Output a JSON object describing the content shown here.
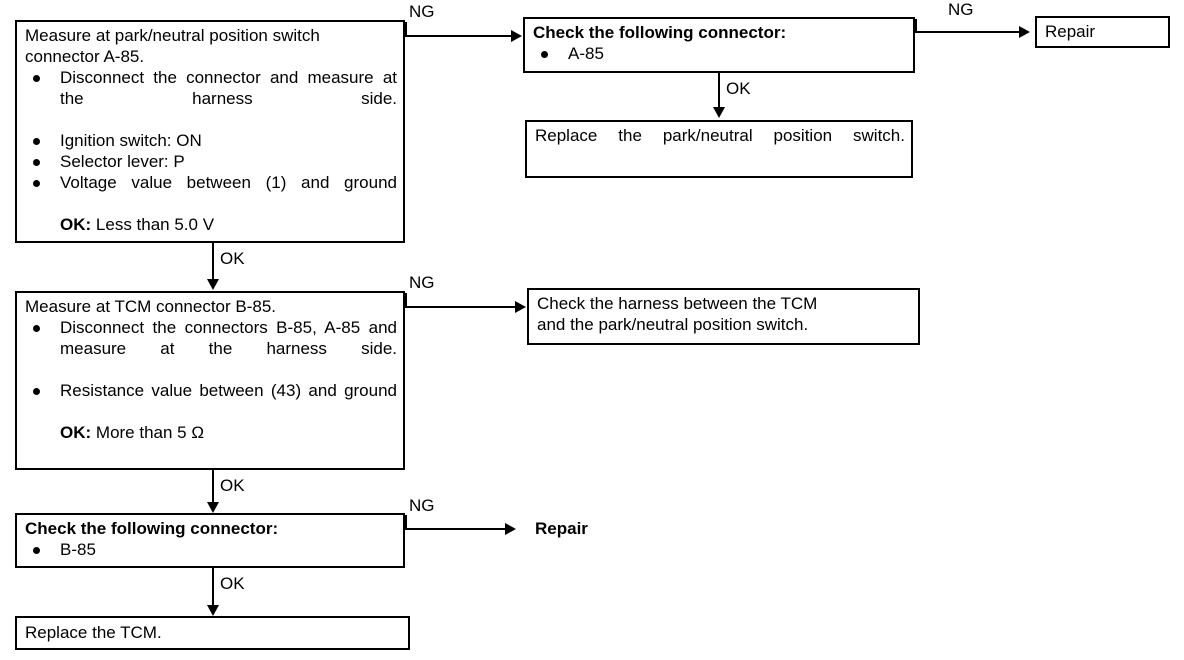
{
  "diagram": {
    "title": "Park/neutral position switch diagnostic flowchart",
    "nodes": {
      "measure_a85": {
        "heading": "Measure at park/neutral position switch connector A-85.",
        "bullets": [
          "Disconnect the connector and measure at the harness side.",
          "Ignition switch: ON",
          "Selector lever: P",
          "Voltage value between (1) and ground"
        ],
        "ok_label": "OK:",
        "ok_value": "Less than 5.0 V"
      },
      "check_connector_a85": {
        "heading": "Check the following connector:",
        "bullets": [
          "A-85"
        ]
      },
      "repair_top": {
        "text": "Repair"
      },
      "replace_switch": {
        "text": "Replace the park/neutral position switch."
      },
      "measure_tcm_b85": {
        "heading": "Measure at TCM connector B-85.",
        "bullets": [
          "Disconnect the connectors B-85, A-85 and measure at the harness side.",
          "Resistance value between (43) and ground"
        ],
        "ok_label": "OK:",
        "ok_value": "More than 5 Ω"
      },
      "check_harness": {
        "line1": "Check the harness between the TCM",
        "line2": "and the park/neutral position switch."
      },
      "check_connector_b85": {
        "heading": "Check the following connector:",
        "bullets": [
          "B-85"
        ]
      },
      "repair_bottom": {
        "text": "Repair"
      },
      "replace_tcm": {
        "text": "Replace the TCM."
      }
    },
    "edge_labels": {
      "ng_1": "NG",
      "ok_1": "OK",
      "ng_2": "NG",
      "ok_2": "OK",
      "ng_3": "NG",
      "ok_3": "OK",
      "ng_4": "NG",
      "ok_4": "OK"
    },
    "colors": {
      "line": "#000000",
      "background": "#ffffff",
      "text": "#000000"
    }
  }
}
